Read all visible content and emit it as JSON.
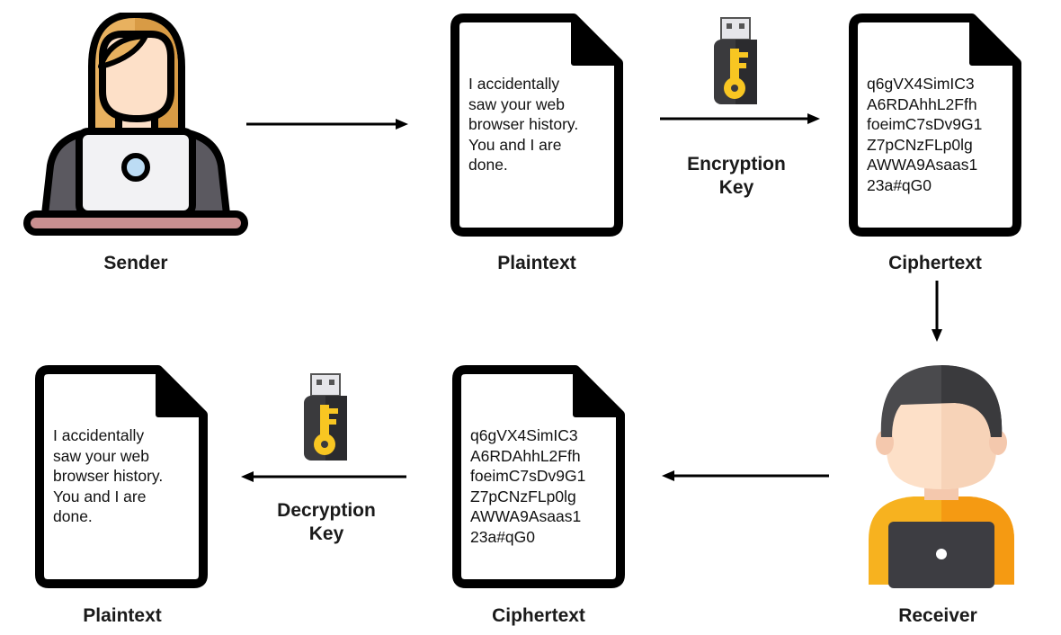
{
  "top_row": {
    "sender_label": "Sender",
    "plaintext_label": "Plaintext",
    "plaintext_body": "I accidentally\nsaw your web\nbrowser history.\nYou and I are\ndone.",
    "encryption_key_label_line1": "Encryption",
    "encryption_key_label_line2": "Key",
    "ciphertext_label": "Ciphertext",
    "ciphertext_body": "q6gVX4SimIC3\nA6RDAhhL2Ffh\nfoeimC7sDv9G1\nZ7pCNzFLp0lg\nAWWA9Asaas1\n23a#qG0"
  },
  "bottom_row": {
    "receiver_label": "Receiver",
    "ciphertext_label": "Ciphertext",
    "ciphertext_body": "q6gVX4SimIC3\nA6RDAhhL2Ffh\nfoeimC7sDv9G1\nZ7pCNzFLp0lg\nAWWA9Asaas1\n23a#qG0",
    "decryption_key_label_line1": "Decryption",
    "decryption_key_label_line2": "Key",
    "plaintext_label": "Plaintext",
    "plaintext_body": "I accidentally\nsaw your web\nbrowser history.\nYou and I are\ndone."
  },
  "colors": {
    "outline": "#000000",
    "skin": "#fde0c8",
    "hair_sender": "#f2c27a",
    "hair_receiver": "#4a4a4d",
    "shirt_sender": "#5b5960",
    "shirt_receiver": "#f7b21f",
    "laptop_screen": "#ffffff",
    "laptop_body": "#3d3d42",
    "desk": "#c98f90",
    "key_yellow": "#f8c622",
    "key_body": "#3a3a3d"
  },
  "icons": {
    "sender": "person-with-laptop-icon",
    "receiver": "person-with-laptop-icon",
    "document": "document-icon",
    "key": "usb-key-icon"
  }
}
